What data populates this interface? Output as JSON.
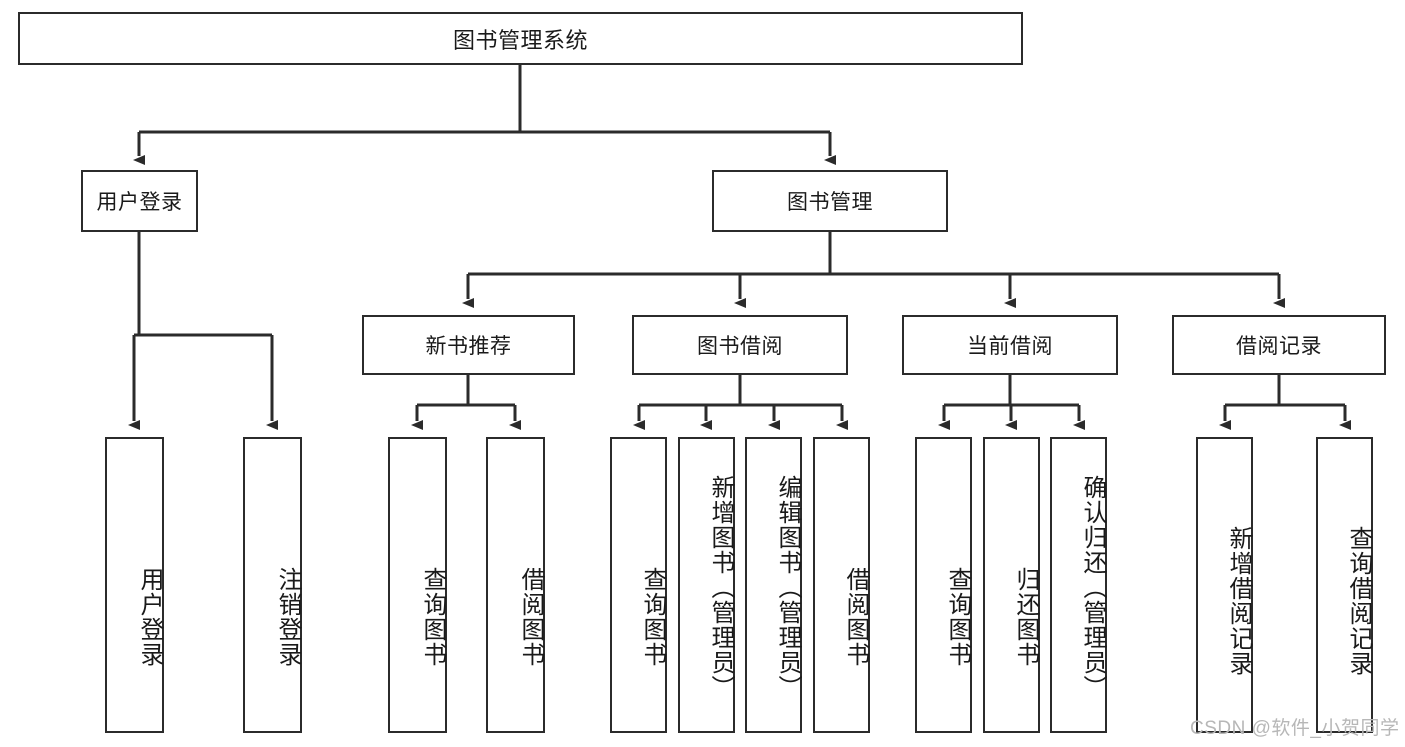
{
  "diagram": {
    "title": "图书管理系统",
    "root": {
      "label": "图书管理系统"
    },
    "level2": [
      {
        "label": "用户登录"
      },
      {
        "label": "图书管理"
      }
    ],
    "level3": [
      {
        "label": "新书推荐"
      },
      {
        "label": "图书借阅"
      },
      {
        "label": "当前借阅"
      },
      {
        "label": "借阅记录"
      }
    ],
    "leaves": {
      "user_login": [
        {
          "label": "用户登录"
        },
        {
          "label": "注销登录"
        }
      ],
      "new_book_recommend": [
        {
          "label": "查询图书"
        },
        {
          "label": "借阅图书"
        }
      ],
      "book_borrow": [
        {
          "label": "查询图书"
        },
        {
          "label": "新增图书（管理员）"
        },
        {
          "label": "编辑图书（管理员）"
        },
        {
          "label": "借阅图书"
        }
      ],
      "current_borrow": [
        {
          "label": "查询图书"
        },
        {
          "label": "归还图书"
        },
        {
          "label": "确认归还（管理员）"
        }
      ],
      "borrow_record": [
        {
          "label": "新增借阅记录"
        },
        {
          "label": "查询借阅记录"
        }
      ]
    },
    "watermark": "CSDN @软件_小贺同学",
    "colors": {
      "stroke": "#2b2b2b",
      "background": "#ffffff",
      "text": "#1a1a1a",
      "watermark": "#b7b7b7"
    }
  }
}
